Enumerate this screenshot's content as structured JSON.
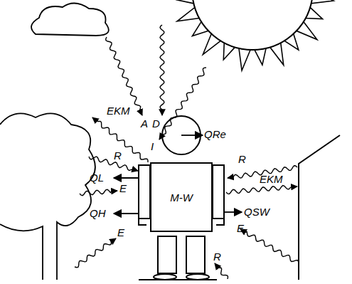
{
  "diagram": {
    "nodes": [
      {
        "text": [
          "M-W"
        ]
      }
    ],
    "labels": [
      "EKM",
      "A",
      "D",
      "I",
      "QRe",
      "R",
      "QL",
      "E",
      "QH",
      "E",
      "R",
      "EKM",
      "QSW",
      "E",
      "R"
    ]
  }
}
